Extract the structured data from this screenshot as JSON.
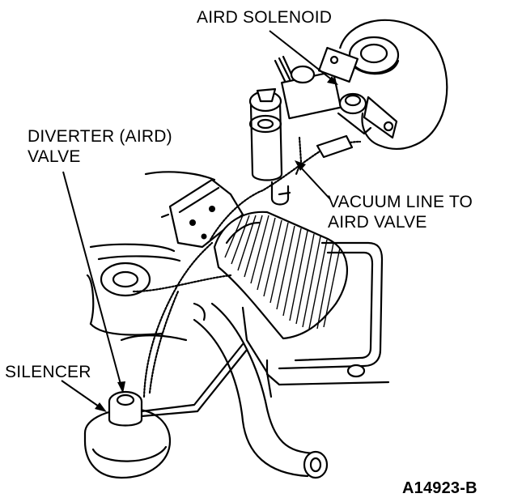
{
  "labels": {
    "aird_solenoid": "AIRD SOLENOID",
    "diverter_line1": "DIVERTER (AIRD)",
    "diverter_line2": "VALVE",
    "vacuum_line1": "VACUUM LINE TO",
    "vacuum_line2": "AIRD VALVE",
    "silencer": "SILENCER"
  },
  "figure_ref": "A14923-B"
}
